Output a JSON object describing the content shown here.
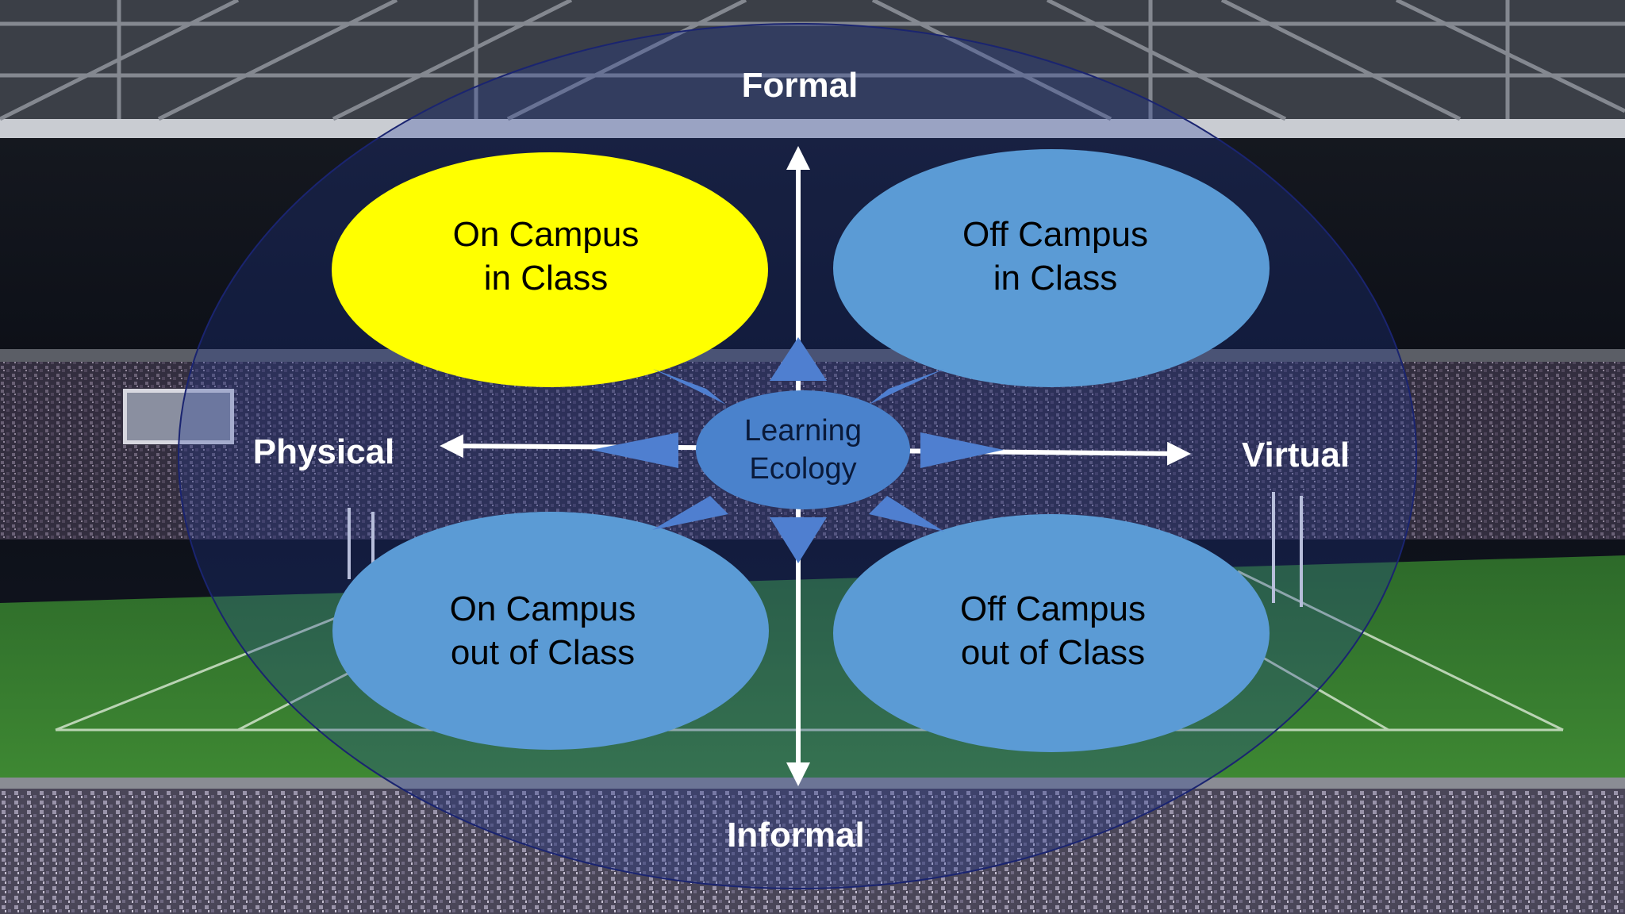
{
  "diagram": {
    "axes": {
      "top": "Formal",
      "bottom": "Informal",
      "left": "Physical",
      "right": "Virtual"
    },
    "hub": {
      "line1": "Learning",
      "line2": "Ecology"
    },
    "quadrants": [
      {
        "line1": "On Campus",
        "line2": "in Class"
      },
      {
        "line1": "Off Campus",
        "line2": "in Class"
      },
      {
        "line1": "On Campus",
        "line2": "out of Class"
      },
      {
        "line1": "Off Campus",
        "line2": "out of Class"
      }
    ]
  },
  "colors": {
    "highlight_quadrant": "#ffff00",
    "quadrant": "#5b9bd5",
    "hub": "#4a82cc",
    "pointer_triangle": "#4f7fd0",
    "outer_ellipse_tint": "#1f3a9e",
    "axis_arrow": "#ffffff",
    "label_text": "#ffffff"
  }
}
